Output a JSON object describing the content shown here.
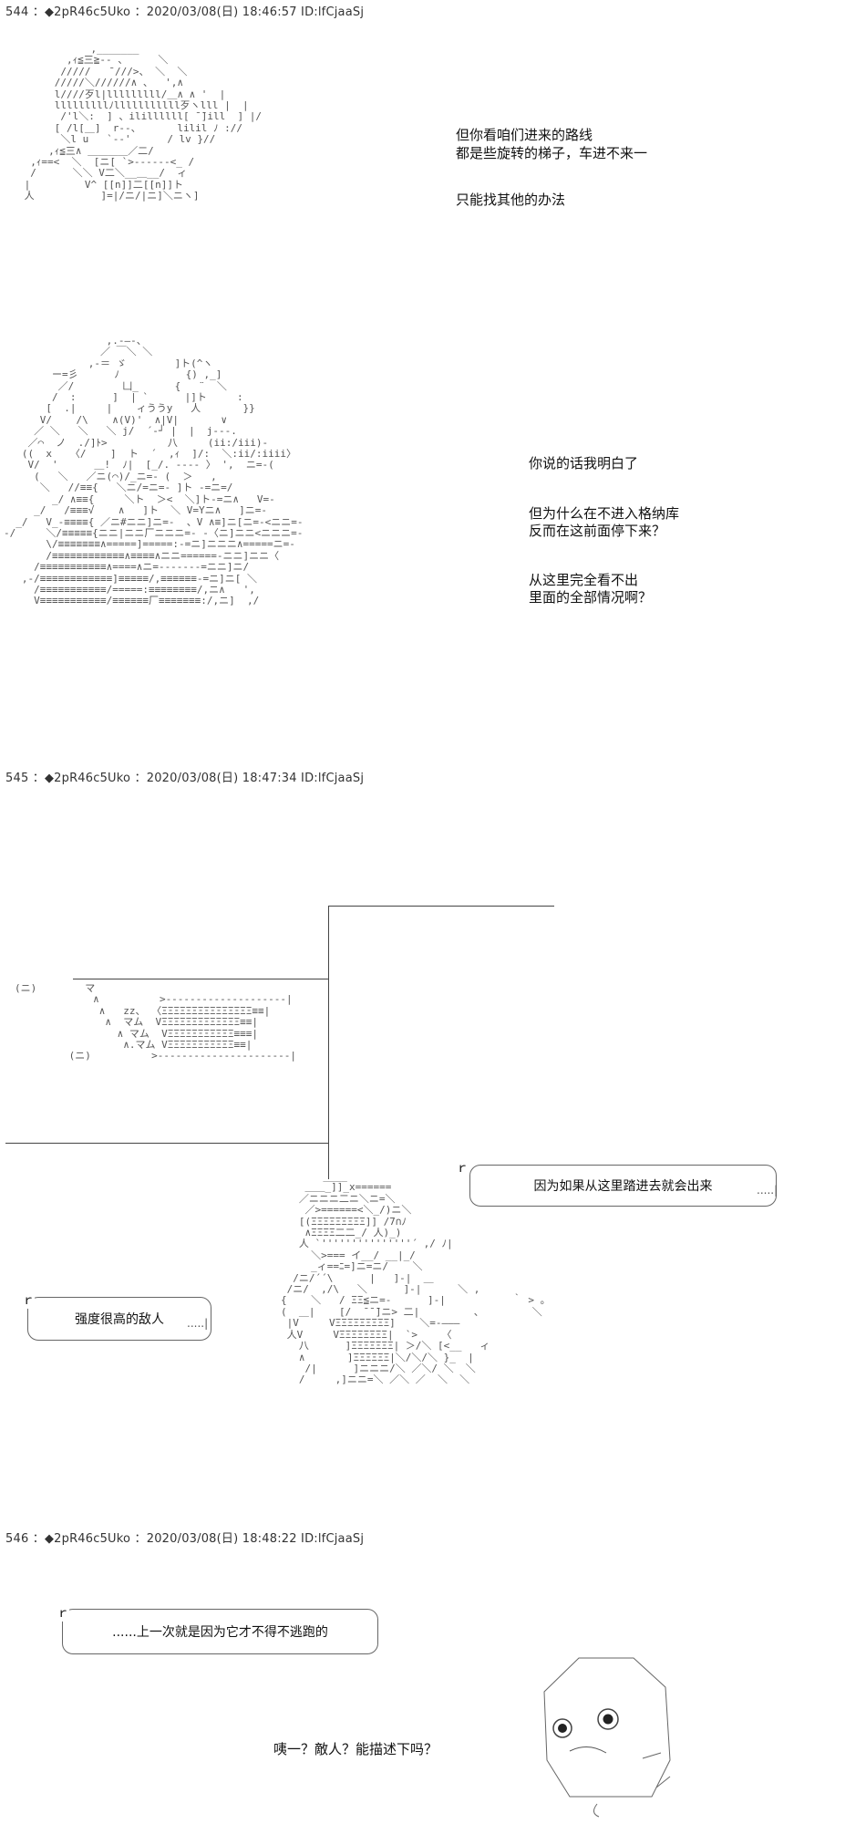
{
  "posts": [
    {
      "header": "544 ：◆2pR46c5Uko ：2020/03/08(日) 18:46:57 ID:lfCjaaSj"
    },
    {
      "header": "545 ：◆2pR46c5Uko ：2020/03/08(日) 18:47:34 ID:lfCjaaSj"
    },
    {
      "header": "546 ：◆2pR46c5Uko ：2020/03/08(日) 18:48:22 ID:lfCjaaSj"
    }
  ],
  "post544": {
    "line1": "但你看咱们进来的路线",
    "line2": "都是些旋转的梯子，车进不来一",
    "line3": "只能找其他的办法",
    "art_face": "            ,_______\n        ,ｨ≦三≧-- 、     ＼\n       /////   ̄ ///>、 ＼  ＼\n      /////＼//////∧ 、  ',∧\n      l////歹l|lllllllll/＿∧ ∧ '  |\n      lllllllllﾉlllllllllll歹ヽlll |  |\n       /'l＼:  ] 、ilillllll[ ̄ ̄]ill  ] |/\n      [ /l[＿]  r--、      lilil ﾉ ://\n       ＼l u   `--'      / lv }//\n     ,ｨ≦三∧ ＿＿＿＿／二/\n  ,ｨ==<  ＼  [ニ[ `>------<_ /\n  /      ＼＼ V二＼__＿__/  ィ\n |         V^ [[n]]二[[n]]ト\n 人           ]=|/ニ/|ニ]＼ニヽ]",
    "line4": "你说的话我明白了",
    "line5": "但为什么在不进入格纳库",
    "line6": "反而在这前面停下来？",
    "line7": "从这里完全看不出",
    "line8": "里面的全部情况啊？",
    "art_robot": "                 ,.-―-、\n                ／ ￣＼ ＼\n              ,-＝ ゞ        ]ト(^ヽ\n        ー=彡      ﾉ           {) ,_]\n         ／/        凵_      {   ¨  ＼\n        /  :      ]  | `      |]ト     :\n       [  .|     |    ィううy   人       }}\n      V/    /\\    ∧(V)'  ∧|V|       ∨\n     ／ ＼   ＼   ＼ j/  ´‐┘ |  |  j---.\n    ／⌒  ノ  ./]ﾄ>          八     (ii:/iii)-\n   ((  x   〈/    ]  ト  ´  ,ｨ  ]/:  ＼:ii/:iiii〉\n    V/  '      ＿!  ﾉ|  [_/. ---- 〉 ',  ニ=-(\n     (   ＼   ／ニ(⌒)/_ニ=- (  ＞   ,\n      ＼   //≡≡{   ＼ニ/=ニ=- ]ト -=ニ=/\n        _/ ∧≡≡{     ＼ト  ＞<  ＼]ト-=ニ∧   V=-\n     _/   /≡≡≡√    ∧   ]ト  ＼ V=Yニ∧   ]ニ=-\n  _/   V_-≡≡≡≡{ ／ニ#ニニ]ニ=-  、V ∧≡]ニ[ニ=-<ニニ=-\n-/     ＼/≡≡≡≡≡{ニニ|ニニ厂ニニニ=- -〈ニ]ニニ<ニニニ=-\n       \\/≡≡≡≡≡≡≡∧=====]=====:-=ニ]ニニニ∧=====ニ=-\n       /≡≡≡≡≡≡≡≡≡≡≡≡∧≡≡≡≡∧ニニ======-ニニ]ニニ〈\n     /≡≡≡≡≡≡≡≡≡≡≡∧====∧ニ=-------=ニニ]ニ/\n   ,-/≡≡≡≡≡≡≡≡≡≡≡≡]≡≡≡≡≡/,≡≡≡≡≡≡-=ニ]ニ[ ＼\n     /≡≡≡≡≡≡≡≡≡≡≡/=====:≡≡≡≡≡≡≡≡/,ニ∧   ',\n     V≡≡≡≡≡≡≡≡≡≡≡/≡≡≡≡≡≡厂≡≡≡≡≡≡≡:/,ニ]  ,/"
  },
  "post545": {
    "bubble1": "因为如果从这里踏进去就会出来",
    "bubble2": "强度很高的敌人",
    "art_door": "(ニ)        マ\n             ∧          >--------------------|\n              ∧   zz、 〈ΞΞΞΞΞΞΞΞΞΞΞΞΞΞΞ≡≡|\n               ∧  マム  VΞΞΞΞΞΞΞΞΞΞΞΞΞ≡≡|\n                 ∧ マム  VΞΞΞΞΞΞΞΞΞΞΞ≡≡≡|\n                  ∧.マム VΞΞΞΞΞΞΞΞΞΞΞ≡≡|\n         (ニ)          >----------------------|",
    "art_char": "               ____\n            ＿＿_]]_x======\n           ／ニニニ二ニ＼ニ=＼\n            ／>======<＼_/)ニ＼\n           [(ΞΞΞΞΞΞΞΞΞ]] /7∩ﾉ\n            ∧ΞΞΞΞ二二_/ 人)_)\n           人 `'''''''''''''''´ ,/ ﾉ|\n             ＼>=== イ__/ __|_/\n             _ィ==ﾆ=]ニ=ニ/    ＼\n          /ニ/´´\\      |   ]-|  ＿\n         /ニ/  ,/\\   ＼      ]-|      ＼ ,\n        {    ＼   / ΞΞ≦ニ=-      ]-|           ｀ > 。\n        (  ＿|    [/  ̄ ̄ ̄]ニ> 二|         、        ＼\n         |V     VΞΞΞΞΞΞΞΞΞ]    ＼=-―――\n         人V     VΞΞΞΞΞΞΞΞ|  `>    〈\n           八      ]ΞΞΞΞΞΞΞ| ＞/＼ [<__   ィ\n           ∧       ]ΞΞΞΞΞΞ|＼/＼/＼ }_  |\n            /|      ]ニニニ/＼ ／＼/ ＼  ＼\n           /     ,]ニニ=＼ ／＼ ／  ＼  ＼\n",
    "dots1": ".....|",
    "dots2": ".....|",
    "gamma1": "ｒ",
    "gamma2": "ｒ"
  },
  "post546": {
    "bubble3": "......上一次就是因为它才不得不逃跑的",
    "line9": "咦一？敵人？能描述下吗？",
    "gamma3": "ｒ"
  }
}
